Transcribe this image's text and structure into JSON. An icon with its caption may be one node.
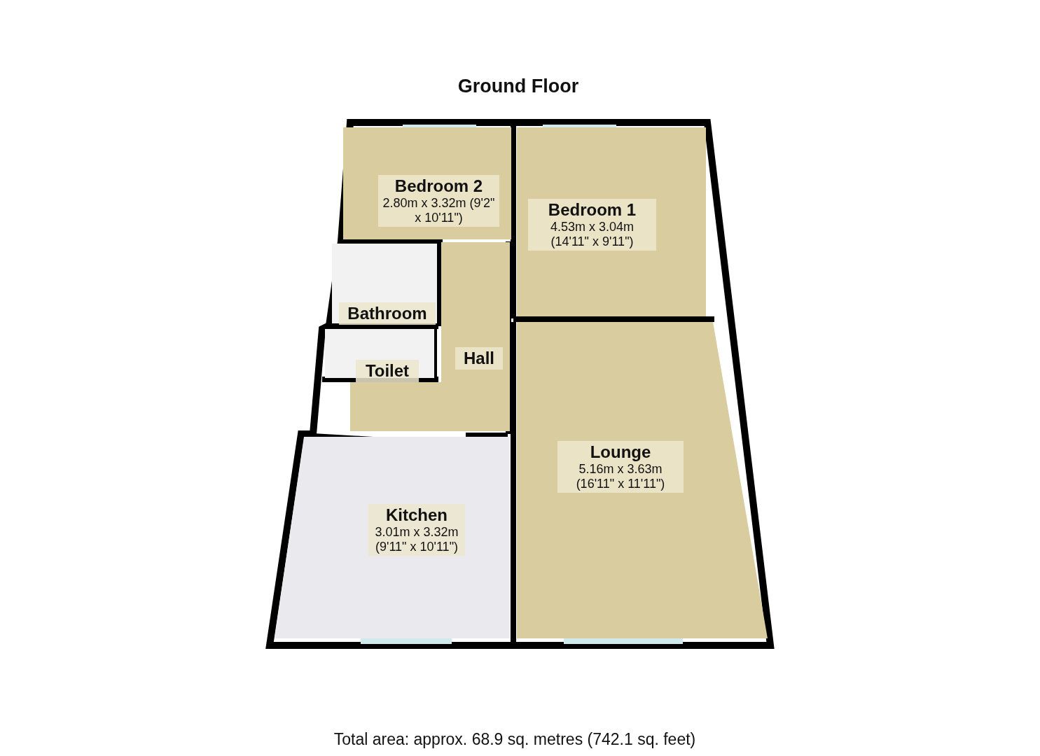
{
  "diagram": {
    "title": "Ground Floor",
    "caption": "Total area: approx. 68.9 sq. metres (742.1 sq. feet)",
    "nodes": [
      {
        "text": [
          "Bedroom 2",
          "2.80m x 3.32m (9'2\" x 10'11\")"
        ]
      },
      {
        "text": [
          "Bedroom 1",
          "4.53m x 3.04m (14'11\" x 9'11\")"
        ]
      },
      {
        "text": [
          "Bathroom"
        ]
      },
      {
        "text": [
          "Hall"
        ]
      },
      {
        "text": [
          "Toilet"
        ]
      },
      {
        "text": [
          "Lounge",
          "5.16m x 3.63m (16'11\" x 11'11\")"
        ]
      },
      {
        "text": [
          "Kitchen",
          "3.01m x 3.32m (9'11\" x 10'11\")"
        ]
      }
    ]
  }
}
